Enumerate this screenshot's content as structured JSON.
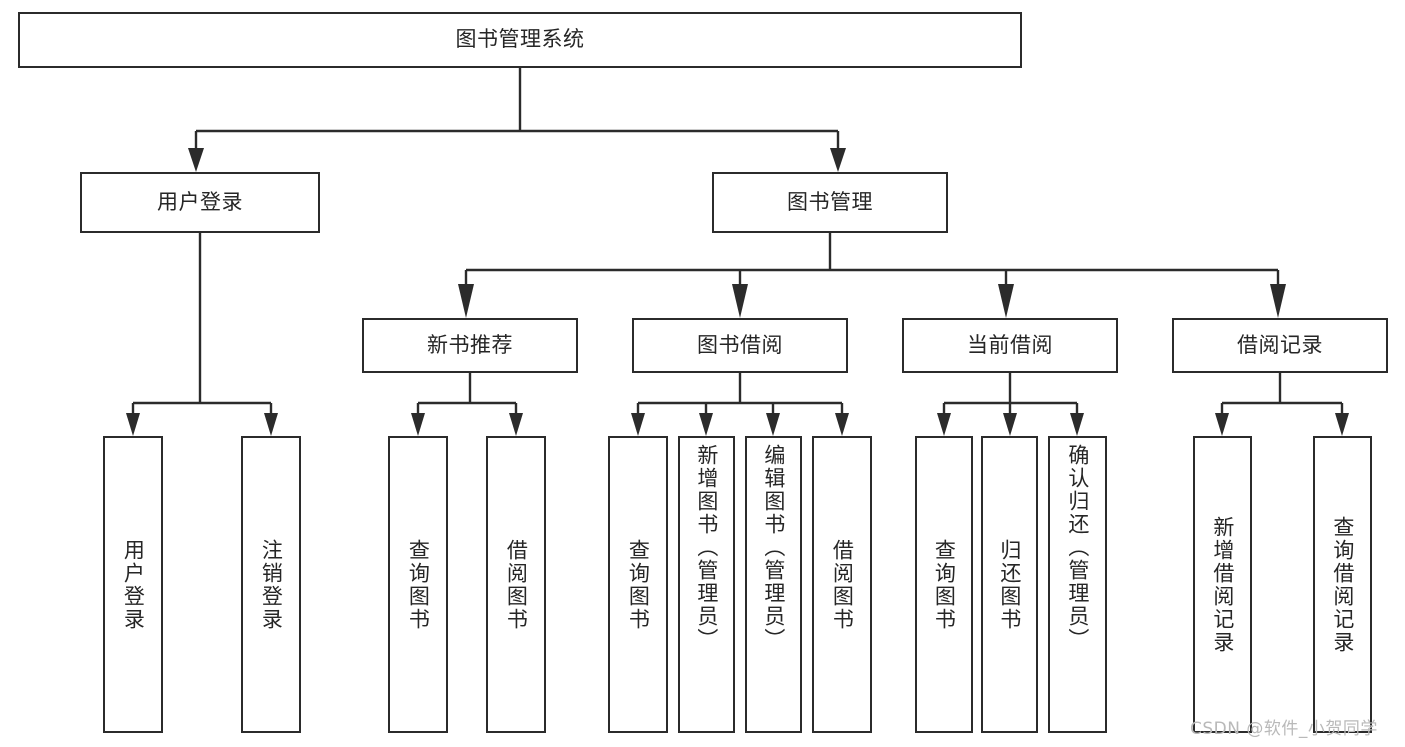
{
  "diagram": {
    "title": "图书管理系统",
    "watermark": "CSDN @软件_小贺同学",
    "colors": {
      "box_border": "#2b2b2b",
      "box_fill": "#ffffff",
      "connector": "#2b2b2b",
      "text": "#262626",
      "watermark": "#b9b9b9",
      "background": "#ffffff"
    },
    "root": {
      "label": "图书管理系统"
    },
    "level2": [
      {
        "label": "用户登录"
      },
      {
        "label": "图书管理"
      }
    ],
    "level3": [
      {
        "label": "新书推荐"
      },
      {
        "label": "图书借阅"
      },
      {
        "label": "当前借阅"
      },
      {
        "label": "借阅记录"
      }
    ],
    "leaves": {
      "user_login": [
        {
          "label": "用户登录"
        },
        {
          "label": "注销登录"
        }
      ],
      "new_book_recommend": [
        {
          "label": "查询图书"
        },
        {
          "label": "借阅图书"
        }
      ],
      "book_borrow": [
        {
          "label": "查询图书"
        },
        {
          "label": "新增图书（管理员）"
        },
        {
          "label": "编辑图书（管理员）"
        },
        {
          "label": "借阅图书"
        }
      ],
      "current_borrow": [
        {
          "label": "查询图书"
        },
        {
          "label": "归还图书"
        },
        {
          "label": "确认归还（管理员）"
        }
      ],
      "borrow_record": [
        {
          "label": "新增借阅记录"
        },
        {
          "label": "查询借阅记录"
        }
      ]
    }
  }
}
